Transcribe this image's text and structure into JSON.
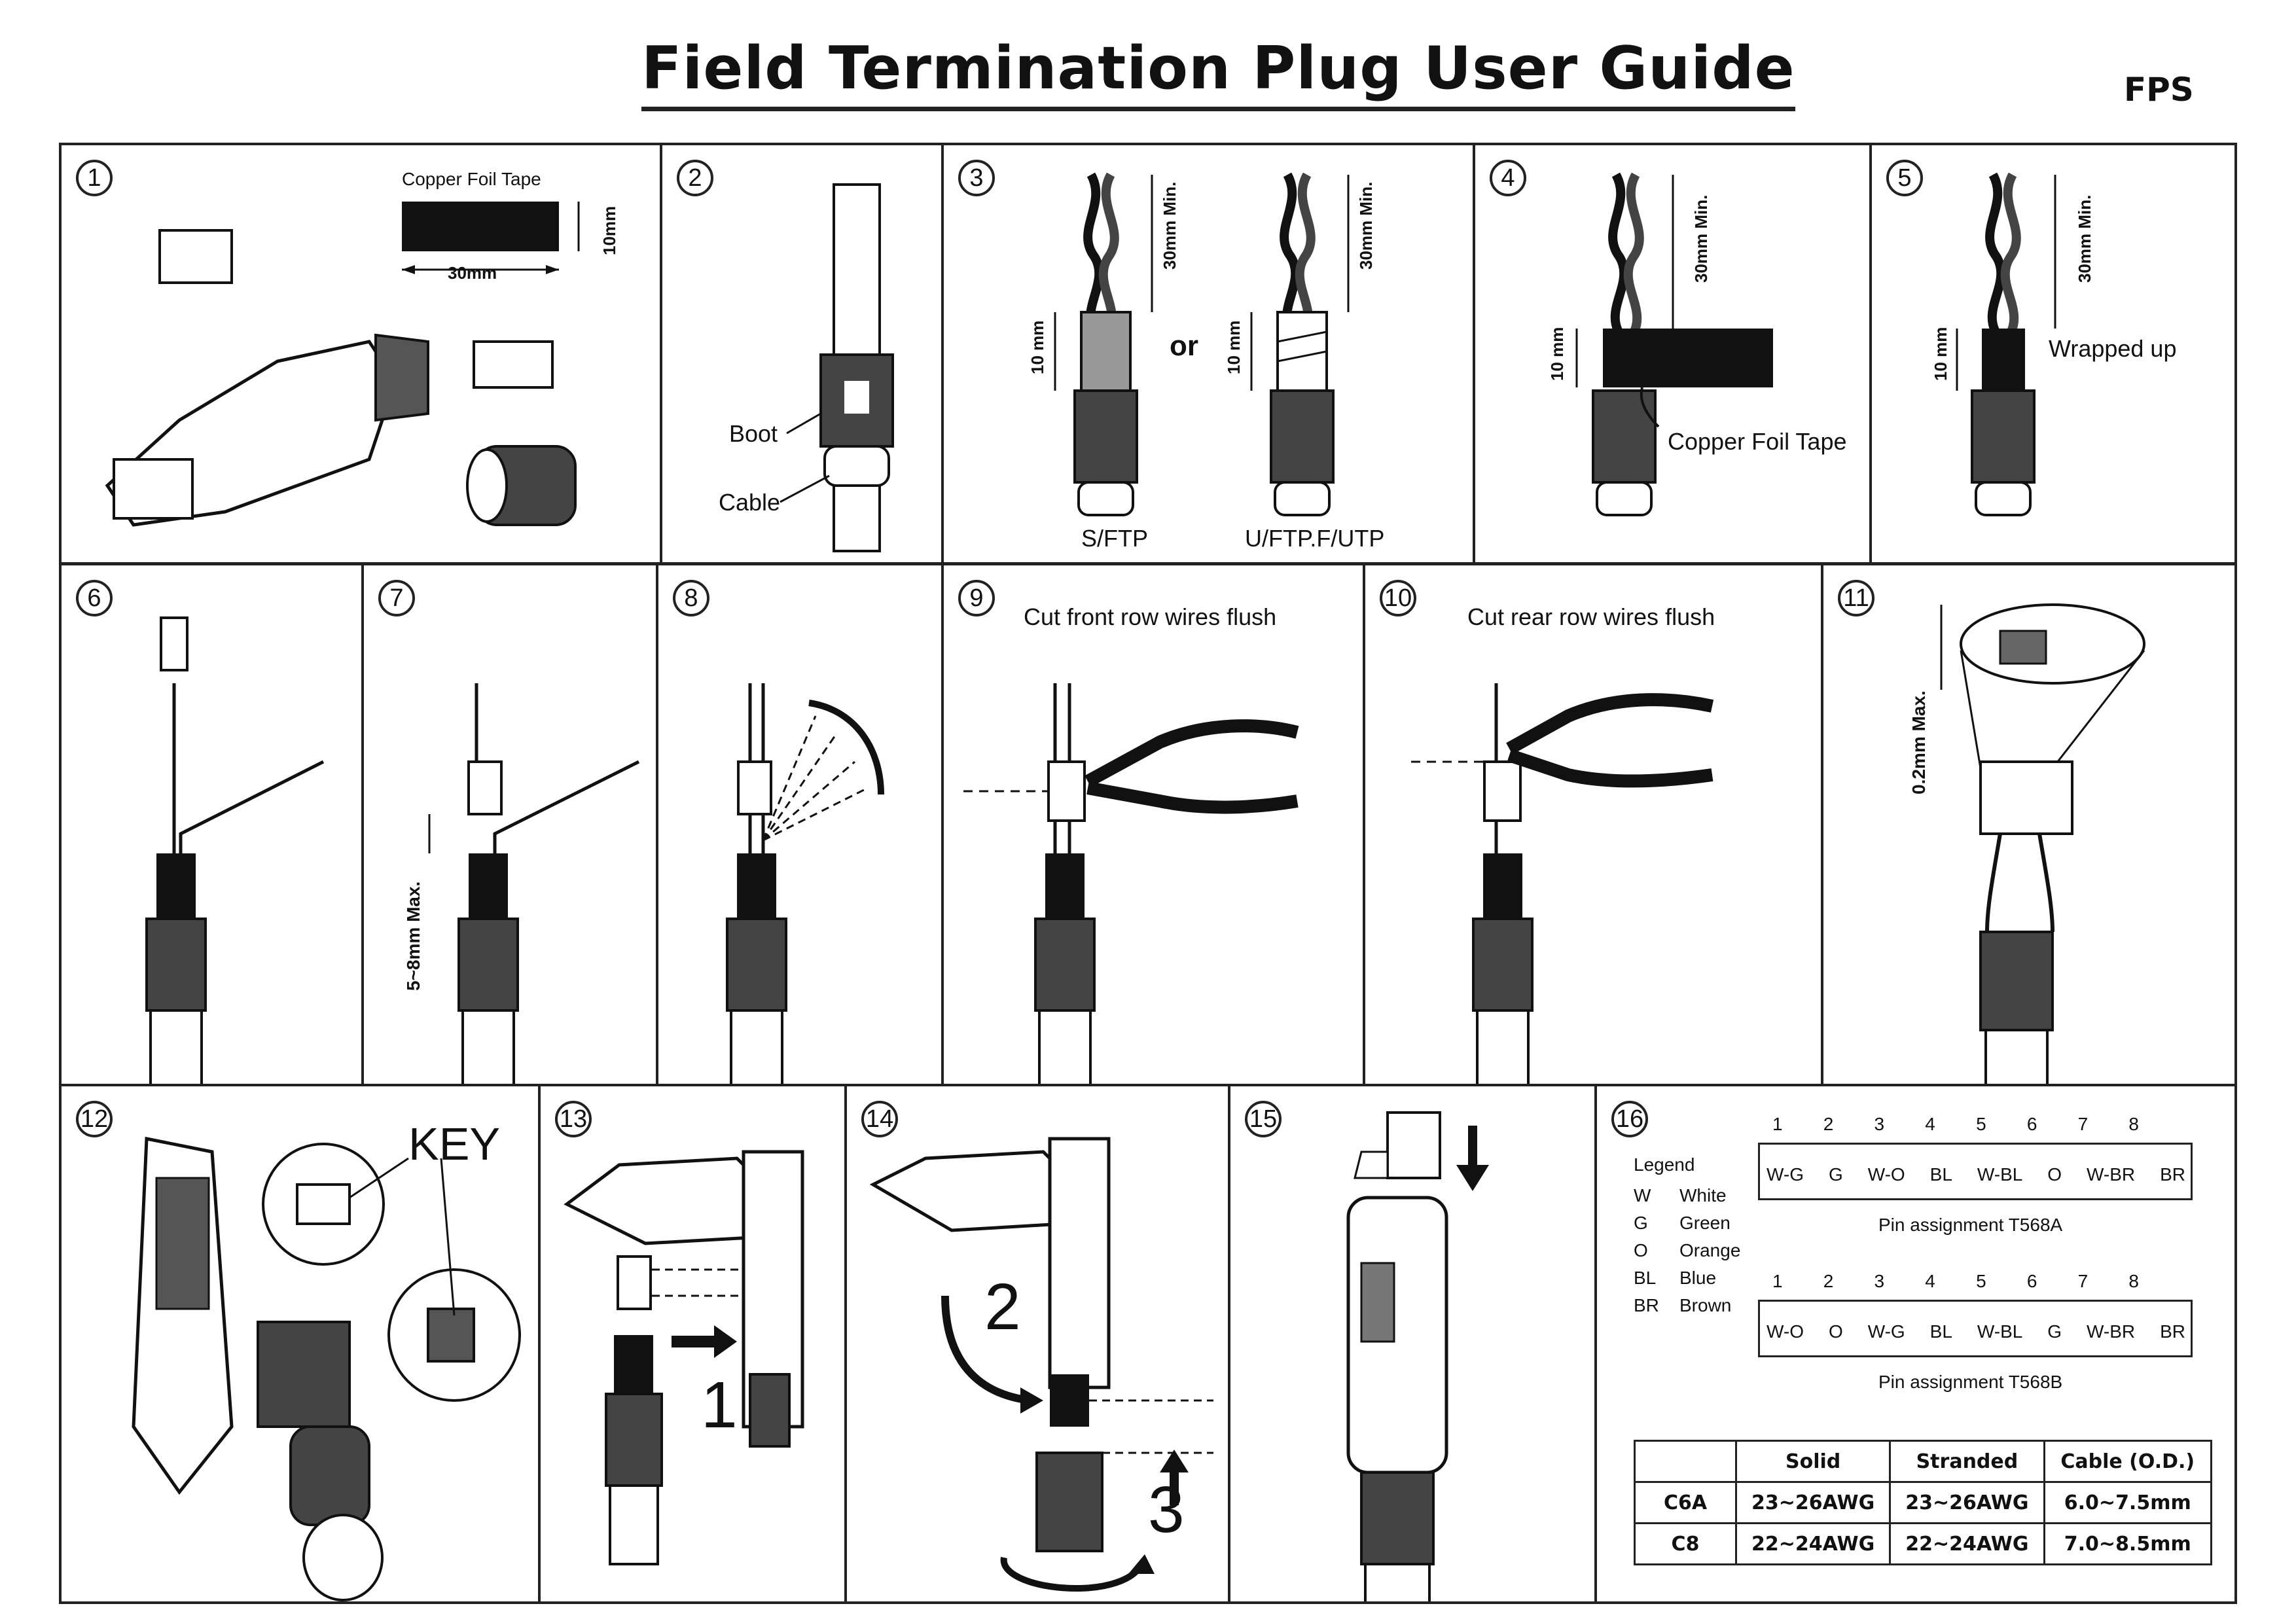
{
  "header": {
    "title": "Field Termination Plug User Guide",
    "code": "FPS"
  },
  "steps": [
    {
      "n": "1",
      "labels": {
        "tape": "Copper Foil Tape",
        "w": "30mm",
        "h": "10mm"
      }
    },
    {
      "n": "2",
      "labels": {
        "boot": "Boot",
        "cable": "Cable"
      }
    },
    {
      "n": "3",
      "labels": {
        "a": "S/FTP",
        "b": "U/FTP.F/UTP",
        "or": "or",
        "min1": "30mm Min.",
        "min2": "30mm Min.",
        "h1": "10 mm",
        "h2": "10 mm"
      }
    },
    {
      "n": "4",
      "labels": {
        "tape": "Copper Foil Tape",
        "min": "30mm Min.",
        "h": "10 mm"
      }
    },
    {
      "n": "5",
      "labels": {
        "wrap": "Wrapped up",
        "min": "30mm Min.",
        "h": "10 mm"
      }
    },
    {
      "n": "6"
    },
    {
      "n": "7",
      "labels": {
        "max": "5~8mm Max."
      }
    },
    {
      "n": "8"
    },
    {
      "n": "9",
      "labels": {
        "cap": "Cut front row wires flush"
      }
    },
    {
      "n": "10",
      "labels": {
        "cap": "Cut rear row wires flush"
      }
    },
    {
      "n": "11",
      "labels": {
        "max": "0.2mm Max."
      }
    },
    {
      "n": "12",
      "labels": {
        "key": "KEY"
      }
    },
    {
      "n": "13",
      "labels": {
        "s1": "1"
      }
    },
    {
      "n": "14",
      "labels": {
        "s2": "2",
        "s3": "3"
      }
    },
    {
      "n": "15"
    },
    {
      "n": "16"
    }
  ],
  "legend": {
    "title": "Legend",
    "items": [
      {
        "code": "W",
        "name": "White"
      },
      {
        "code": "G",
        "name": "Green"
      },
      {
        "code": "O",
        "name": "Orange"
      },
      {
        "code": "BL",
        "name": "Blue"
      },
      {
        "code": "BR",
        "name": "Brown"
      }
    ]
  },
  "pins": {
    "numbers": [
      "1",
      "2",
      "3",
      "4",
      "5",
      "6",
      "7",
      "8"
    ],
    "t568a": {
      "wires": [
        "W-G",
        "G",
        "W-O",
        "BL",
        "W-BL",
        "O",
        "W-BR",
        "BR"
      ],
      "caption": "Pin assignment T568A"
    },
    "t568b": {
      "wires": [
        "W-O",
        "O",
        "W-G",
        "BL",
        "W-BL",
        "G",
        "W-BR",
        "BR"
      ],
      "caption": "Pin assignment T568B"
    }
  },
  "spec_table": {
    "headers": [
      "",
      "Solid",
      "Stranded",
      "Cable (O.D.)"
    ],
    "rows": [
      [
        "C6A",
        "23~26AWG",
        "23~26AWG",
        "6.0~7.5mm"
      ],
      [
        "C8",
        "22~24AWG",
        "22~24AWG",
        "7.0~8.5mm"
      ]
    ]
  }
}
